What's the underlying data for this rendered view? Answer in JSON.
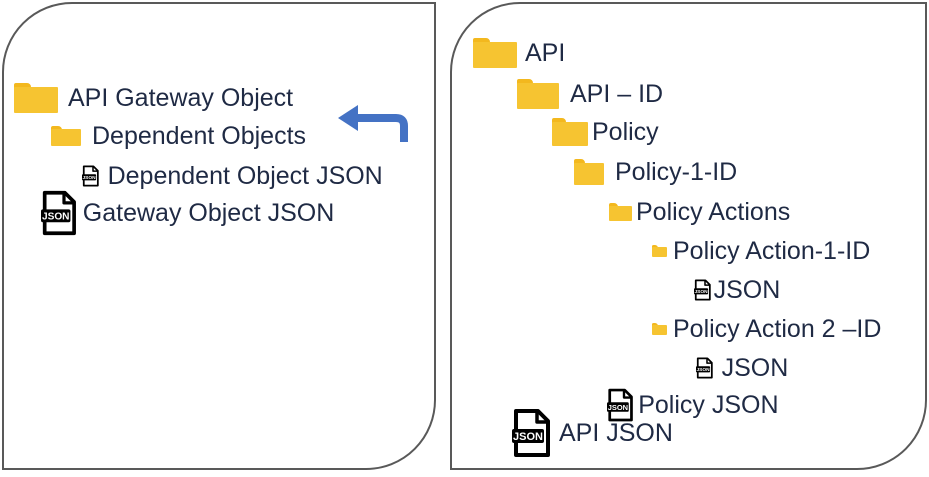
{
  "colors": {
    "folder": "#F6C431",
    "folder_tab": "#F3B81E",
    "text": "#1F2A44",
    "arrow": "#4472C4",
    "border": "#595959"
  },
  "left_panel": {
    "items": [
      {
        "label": "API Gateway Object",
        "icon": "folder-icon"
      },
      {
        "label": "Dependent Objects",
        "icon": "folder-icon"
      },
      {
        "label": "Dependent Object JSON",
        "icon": "json-file-icon"
      },
      {
        "label": "Gateway Object JSON",
        "icon": "json-file-icon"
      }
    ],
    "arrow_icon": "curved-arrow-left-icon"
  },
  "right_panel": {
    "items": [
      {
        "label": "API",
        "icon": "folder-icon"
      },
      {
        "label": "API – ID",
        "icon": "folder-icon"
      },
      {
        "label": "Policy",
        "icon": "folder-icon"
      },
      {
        "label": "Policy-1-ID",
        "icon": "folder-icon"
      },
      {
        "label": "Policy Actions",
        "icon": "folder-icon"
      },
      {
        "label": "Policy Action-1-ID",
        "icon": "folder-icon"
      },
      {
        "label": "JSON",
        "icon": "json-file-icon"
      },
      {
        "label": "Policy Action 2 –ID",
        "icon": "folder-icon"
      },
      {
        "label": "JSON",
        "icon": "json-file-icon"
      },
      {
        "label": "Policy JSON",
        "icon": "json-file-icon"
      },
      {
        "label": "API JSON",
        "icon": "json-file-icon"
      }
    ]
  }
}
